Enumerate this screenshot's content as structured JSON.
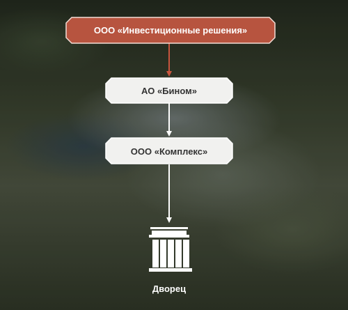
{
  "diagram": {
    "nodes": [
      {
        "label": "ООО «Инвестиционные решения»",
        "fill": "#b7543f",
        "text_color": "#ffffff"
      },
      {
        "label": "АО «Бином»",
        "fill": "#f1f1ef",
        "text_color": "#333333"
      },
      {
        "label": "ООО «Комплекс»",
        "fill": "#f1f1ef",
        "text_color": "#333333"
      }
    ],
    "result": {
      "label": "Дворец",
      "icon": "palace-columns-icon"
    },
    "colors": {
      "accent": "#b7543f",
      "connector": "#ffffff"
    }
  }
}
